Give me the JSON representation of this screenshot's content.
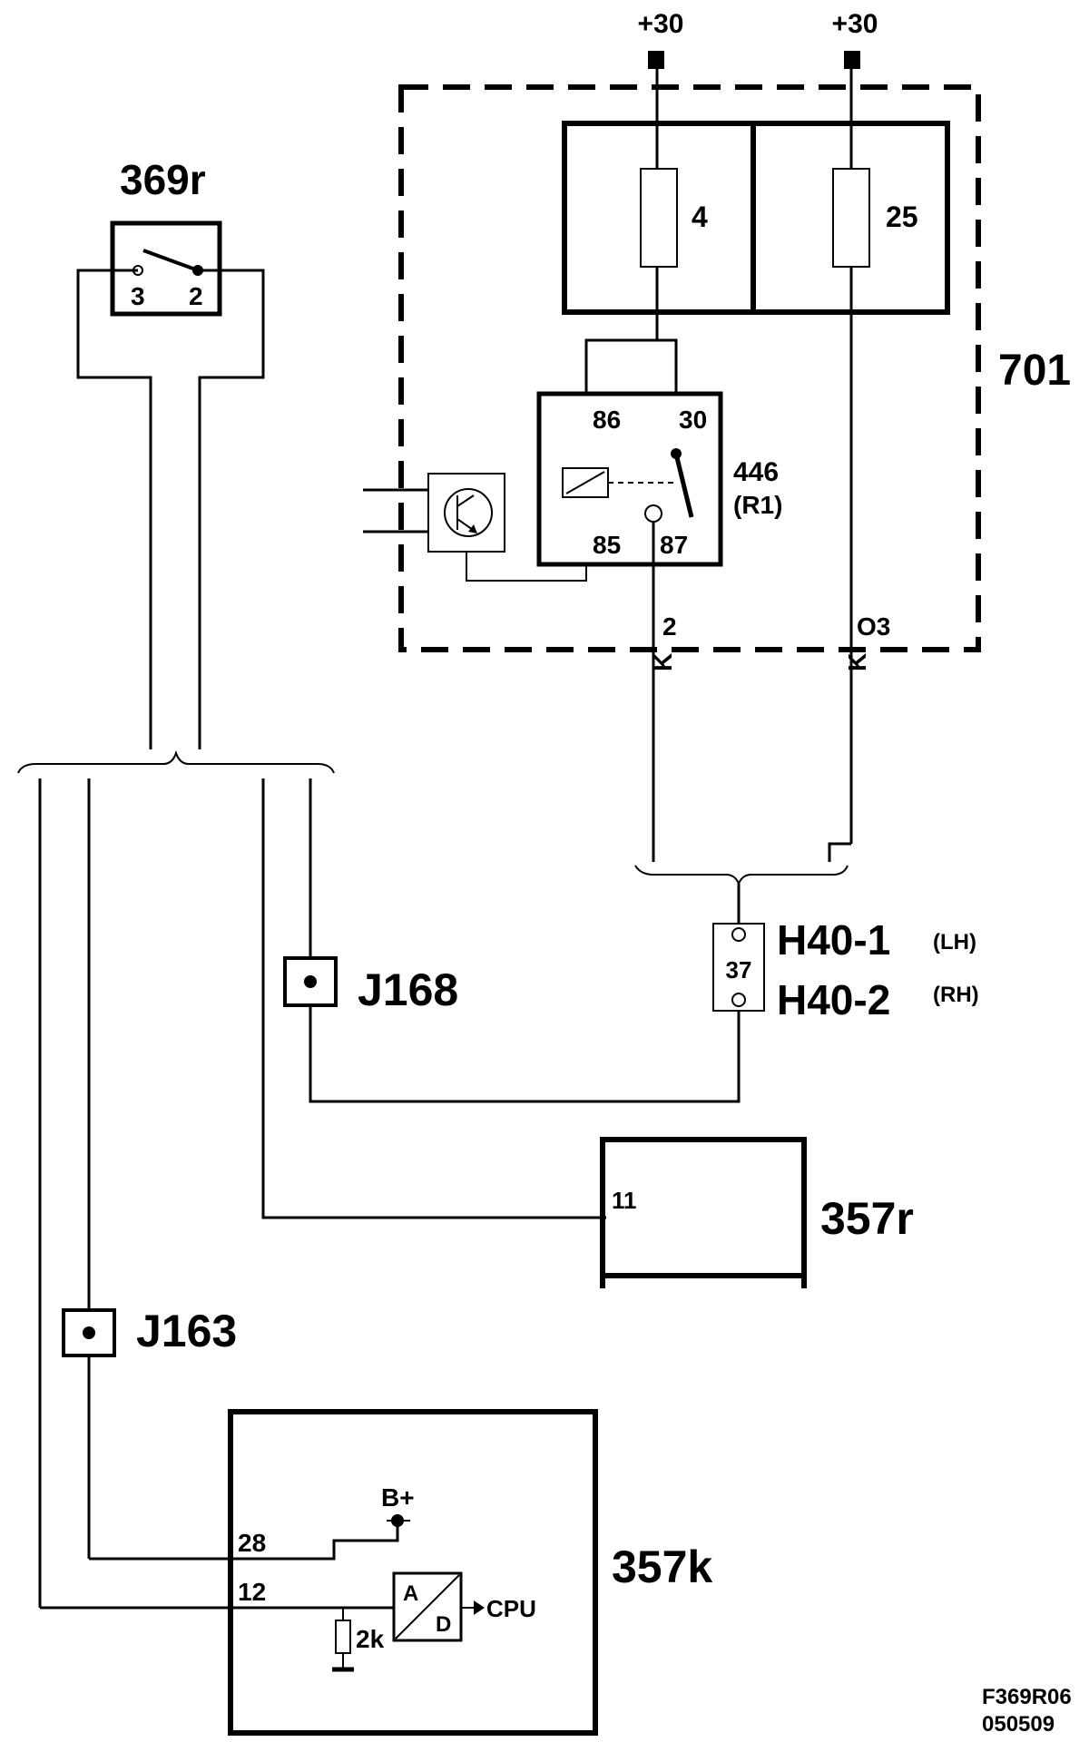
{
  "supply": {
    "left_label": "+30",
    "right_label": "+30"
  },
  "switch_369r": {
    "label": "369r",
    "pin_a": "3",
    "pin_b": "2"
  },
  "unit_701": {
    "label": "701",
    "fuse_left": "4",
    "fuse_right": "25",
    "relay_label": "446",
    "relay_sub": "(R1)",
    "relay_pins": {
      "p86": "86",
      "p30": "30",
      "p85": "85",
      "p87": "87"
    },
    "wire_left_pin": "2",
    "wire_left_color": "K",
    "wire_right_pin": "O3",
    "wire_right_color": "K"
  },
  "connector_h40": {
    "pin": "37",
    "label_1": "H40-1",
    "label_1_side": "(LH)",
    "label_2": "H40-2",
    "label_2_side": "(RH)"
  },
  "junction_j168": {
    "label": "J168"
  },
  "junction_j163": {
    "label": "J163"
  },
  "unit_357r": {
    "label": "357r",
    "pin": "11"
  },
  "unit_357k": {
    "label": "357k",
    "pin_28": "28",
    "pin_12": "12",
    "supply_label": "B+",
    "resistor_label": "2k",
    "adc_a": "A",
    "adc_d": "D",
    "cpu_label": "CPU"
  },
  "drawing_code": {
    "line1": "F369R06",
    "line2": "050509"
  }
}
